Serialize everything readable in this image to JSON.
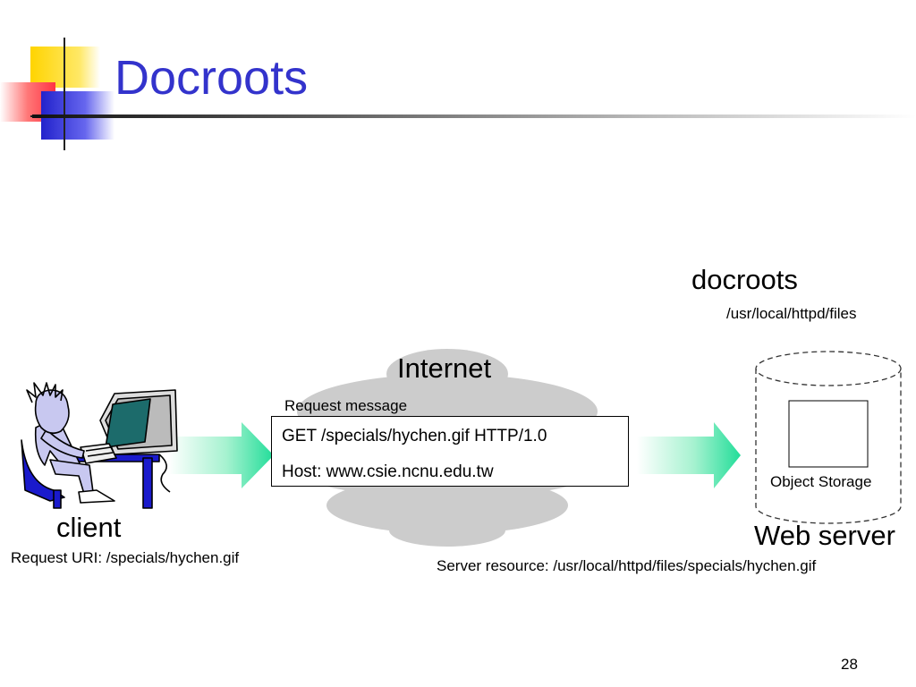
{
  "slide": {
    "title": "Docroots",
    "page_number": "28"
  },
  "diagram": {
    "docroots_label": "docroots",
    "docroots_path": "/usr/local/httpd/files",
    "internet_label": "Internet",
    "request_message_label": "Request message",
    "request_lines": [
      "GET /specials/hychen.gif HTTP/1.0",
      "Host: www.csie.ncnu.edu.tw"
    ],
    "client_label": "client",
    "client_uri": "Request URI: /specials/hychen.gif",
    "object_storage_label": "Object Storage",
    "web_server_label": "Web server",
    "server_resource": "Server resource: /usr/local/httpd/files/specials/hychen.gif"
  },
  "colors": {
    "title": "#3333cc",
    "arrow": "#33dd99",
    "cloud": "#cccccc",
    "logo_yellow": "#ffdd33",
    "logo_red": "#ff5555",
    "logo_blue": "#3333dd"
  },
  "icons": {
    "logo": "slide-logo-icon",
    "client": "user-at-computer-icon",
    "cloud": "cloud-icon",
    "arrow": "right-arrow-icon",
    "storage": "cylinder-storage-icon"
  }
}
